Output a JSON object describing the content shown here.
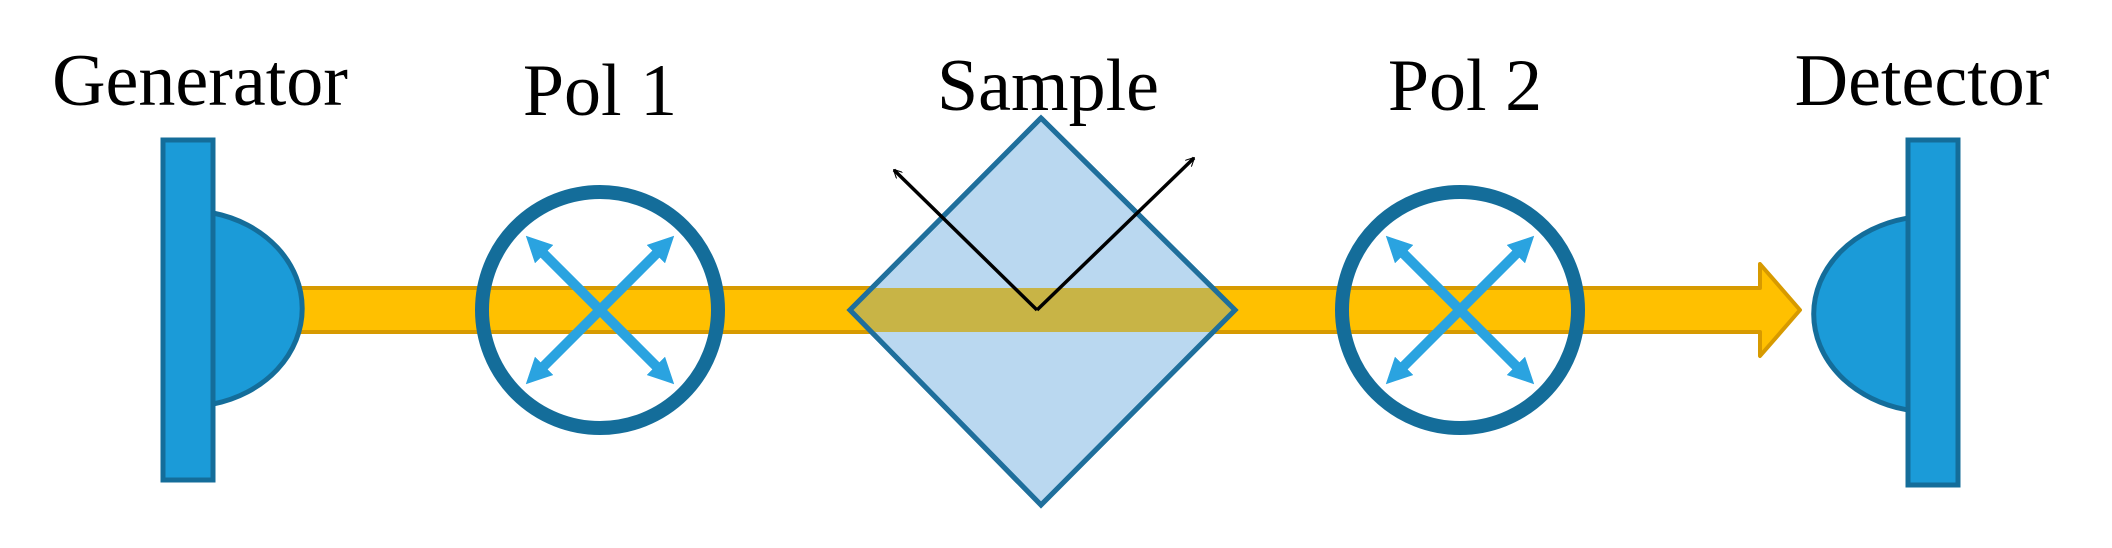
{
  "labels": {
    "generator": "Generator",
    "pol1": "Pol 1",
    "sample": "Sample",
    "pol2": "Pol 2",
    "detector": "Detector"
  },
  "colors": {
    "beam": "#ffc000",
    "beam_edge": "#d79a00",
    "device_fill": "#1b9bd8",
    "device_edge": "#146d9a",
    "polarizer_ring": "#146d9a",
    "polarizer_arrows": "#2aa3e0",
    "sample_fill": "#bad8f0",
    "sample_edge": "#1f6f9c",
    "beam_in_sample": "#c8b446",
    "axis_arrows": "#000000"
  },
  "icons": {
    "generator": "generator-icon",
    "detector": "detector-icon",
    "polarizer": "polarizer-icon",
    "sample": "sample-icon"
  }
}
